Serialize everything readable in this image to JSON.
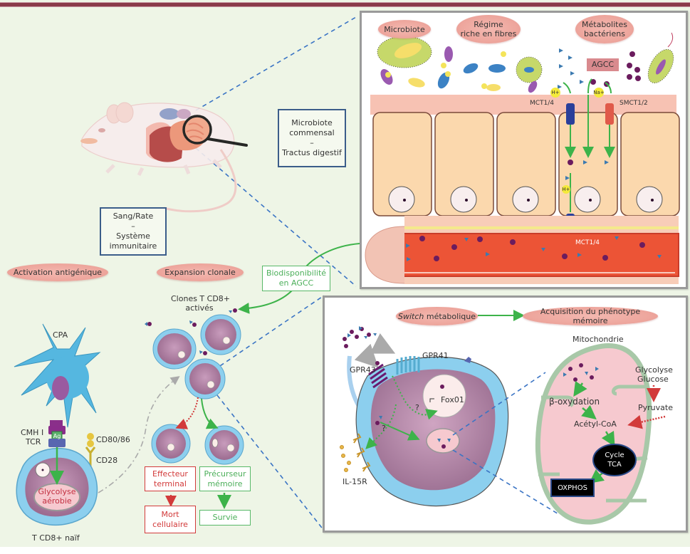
{
  "colors": {
    "background": "#eef5e6",
    "top_rule": "#8a3a4a",
    "pill": "#eea79e",
    "info_box_border": "#3b5d8a",
    "green_arrow": "#3db34a",
    "red_arrow": "#d23a3a",
    "dashed_link": "#3a74c4",
    "panel_border": "#9a9a9a"
  },
  "gut_panel": {
    "pills": {
      "microbiote": "Microbiote",
      "regime": [
        "Régime",
        "riche en fibres"
      ],
      "metabolites": [
        "Métabolites",
        "bactériens"
      ]
    },
    "agcc_label": "AGCC",
    "h_plus": "H+",
    "na_plus": "Na+",
    "transporter_left": "MCT1/4",
    "transporter_right": "SMCT1/2",
    "transporter_basal": "MCT1/4"
  },
  "mouse_section": {
    "info_box": [
      "Microbiote",
      "commensal",
      "–",
      "Tractus digestif"
    ]
  },
  "immune_section": {
    "info_box": [
      "Sang/Rate",
      "–",
      "Système",
      "immunitaire"
    ],
    "pill_activation": "Activation antigénique",
    "pill_expansion": "Expansion clonale",
    "bioavailability_box": [
      "Biodisponibilité",
      "en AGCC"
    ],
    "clones_label": [
      "Clones T CD8+",
      "activés"
    ],
    "apc_label": "CPA",
    "mhc_label": "CMH I",
    "tcr_label": "TCR",
    "ag_label": "Ag",
    "cd80_label": "CD80/86",
    "cd28_label": "CD28",
    "glycolysis_label": [
      "Glycolyse",
      "aérobie"
    ],
    "naive_label": "T CD8+ naïf",
    "effector_box": [
      "Effecteur",
      "terminal"
    ],
    "death_box": [
      "Mort",
      "cellulaire"
    ],
    "precursor_box": [
      "Précurseur",
      "mémoire"
    ],
    "survival_box": "Survie"
  },
  "memory_panel": {
    "pill_switch_italic": "Switch",
    "pill_switch_rest": " métabolique",
    "pill_acquisition": "Acquisition du phénotype mémoire",
    "gpr41": "GPR41",
    "gpr43": "GPR43",
    "foxo1": "Fox01",
    "question_mark": "?",
    "il15r": "IL-15R",
    "mito_title": "Mitochondrie",
    "glycolysis": "Glycolyse",
    "glucose": "Glucose",
    "pyruvate": "Pyruvate",
    "beta_ox": "β-oxydation",
    "acetyl": "Acétyl-CoA",
    "tca": [
      "Cycle",
      "TCA"
    ],
    "oxphos": "OXPHOS"
  }
}
